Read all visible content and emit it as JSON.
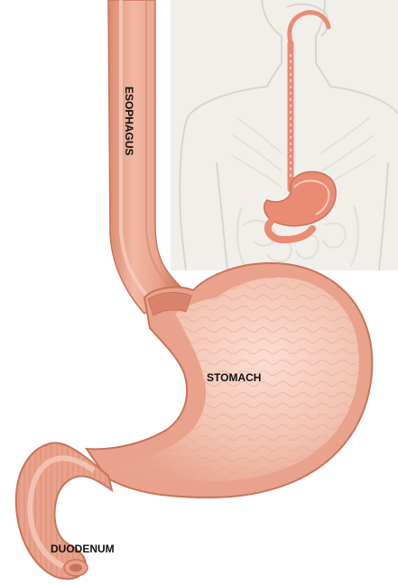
{
  "labels": {
    "esophagus": "ESOPHAGUS",
    "stomach": "STOMACH",
    "duodenum": "DUODENUM"
  },
  "colors": {
    "tissue": "#EDA792",
    "tissue_dark": "#D8846C",
    "tissue_shadow": "#C9735C",
    "lining": "#F6CABB",
    "lining_light": "#FBDDD2",
    "inset_background": "#F1EFEA",
    "inset_body_outline": "#D9D6CF",
    "inset_organ": "#E98C73"
  }
}
